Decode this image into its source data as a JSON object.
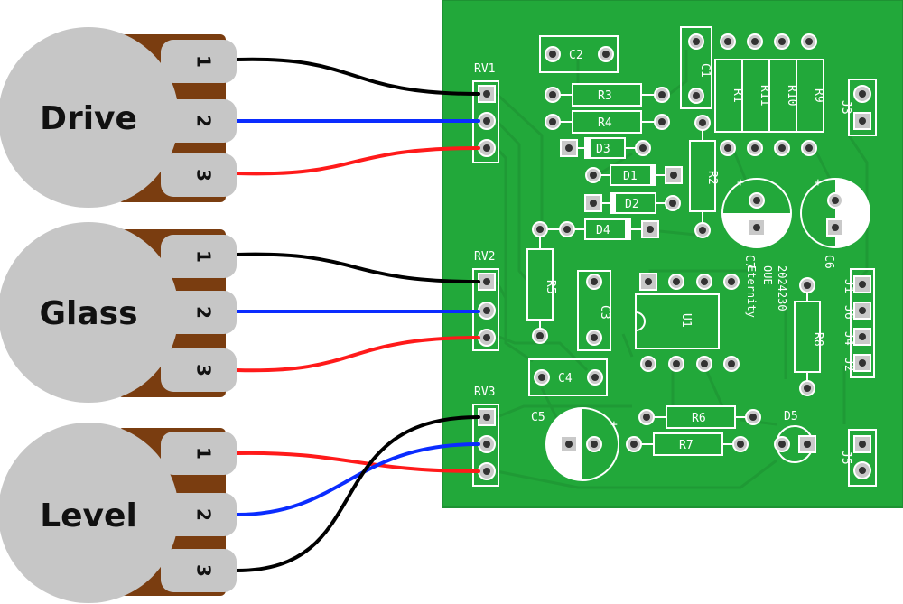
{
  "colors": {
    "board": "#22a83a",
    "board_edge": "#1e9233",
    "trace": "#1f9a35",
    "silkscreen": "#ffffff",
    "pad": "#c9c9c9",
    "pad_hole": "#333333",
    "pot_body": "#c6c6c6",
    "pot_tabs": "#7a3d10",
    "wire_black": "#000000",
    "wire_blue": "#0a2cff",
    "wire_red": "#ff1a1a"
  },
  "pots": [
    {
      "name": "Drive",
      "pins": [
        "1",
        "2",
        "3"
      ]
    },
    {
      "name": "Glass",
      "pins": [
        "1",
        "2",
        "3"
      ]
    },
    {
      "name": "Level",
      "pins": [
        "1",
        "2",
        "3"
      ]
    }
  ],
  "connectors": {
    "rv1": "RV1",
    "rv2": "RV2",
    "rv3": "RV3"
  },
  "components": {
    "c1": "C1",
    "c2": "C2",
    "c3": "C3",
    "c4": "C4",
    "c5": "C5",
    "c6": "C6",
    "c7": "C7",
    "r1": "R1",
    "r2": "R2",
    "r3": "R3",
    "r4": "R4",
    "r5": "R5",
    "r6": "R6",
    "r7": "R7",
    "r8": "R8",
    "r9": "R9",
    "r10": "R10",
    "r11": "R11",
    "d1": "D1",
    "d2": "D2",
    "d3": "D3",
    "d4": "D4",
    "d5": "D5",
    "u1": "U1",
    "j1": "J1",
    "j2": "J2",
    "j3": "J3",
    "j4": "J4",
    "j5": "J5",
    "j6": "J6",
    "plus": "+"
  },
  "board_text": {
    "line1": "Eternity",
    "line2": "OUE",
    "line3": "2024230"
  }
}
